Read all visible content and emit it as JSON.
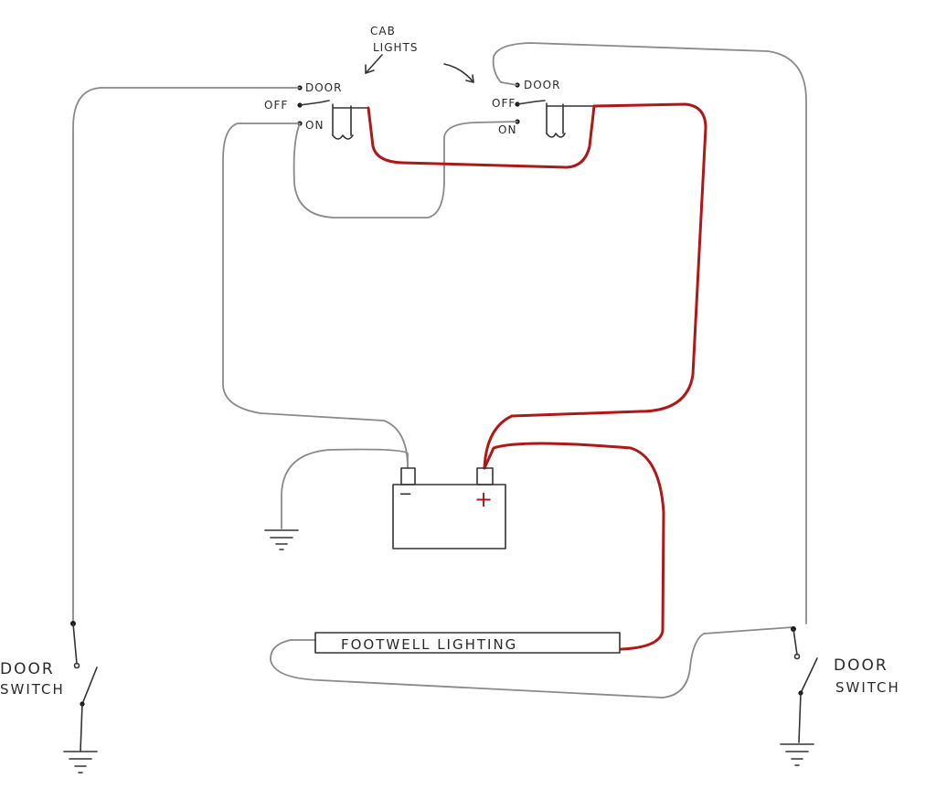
{
  "labels": {
    "cab_lights_line1": "CAB",
    "cab_lights_line2": "LIGHTS",
    "left_switch": {
      "door": "DOOR",
      "off": "OFF",
      "on": "ON"
    },
    "right_switch": {
      "door": "DOOR",
      "off": "OFF",
      "on": "ON"
    },
    "battery_negative": "−",
    "battery_positive": "+",
    "footwell": "FOOTWELL   LIGHTING",
    "left_door_switch_line1": "DOOR",
    "left_door_switch_line2": "SWITCH",
    "right_door_switch_line1": "DOOR",
    "right_door_switch_line2": "SWITCH"
  },
  "colors": {
    "positive_wire": "#b01818",
    "ground_wire": "#8a8a8a",
    "ink": "#333333"
  }
}
